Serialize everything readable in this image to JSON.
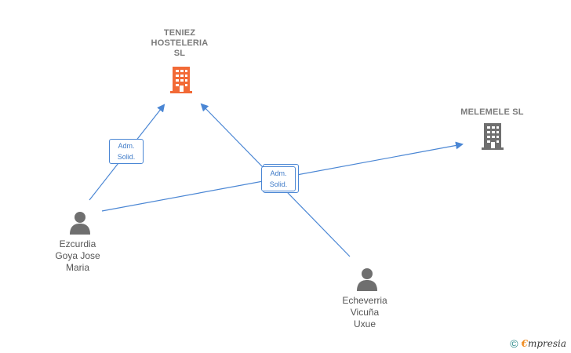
{
  "nodes": {
    "teniez": {
      "label_lines": [
        "TENIEZ",
        "HOSTELERIA",
        "SL"
      ],
      "icon": "building-icon",
      "color": "#f26a36"
    },
    "melemele": {
      "label": "MELEMELE SL",
      "icon": "building-icon",
      "color": "#6f6f6f"
    },
    "ezcurdia": {
      "label_lines": [
        "Ezcurdia",
        "Goya Jose",
        "Maria"
      ],
      "icon": "person-icon",
      "color": "#6f6f6f"
    },
    "echeverria": {
      "label_lines": [
        "Echeverria",
        "Vicuña",
        "Uxue"
      ],
      "icon": "person-icon",
      "color": "#6f6f6f"
    }
  },
  "edges": [
    {
      "from": "Ezcurdia Goya Jose Maria",
      "to": "TENIEZ HOSTELERIA SL",
      "label_lines": [
        "Adm.",
        "Solid."
      ]
    },
    {
      "from": "Ezcurdia Goya Jose Maria",
      "to": "MELEMELE SL",
      "label_lines": [
        "Adm.",
        "Solid."
      ]
    },
    {
      "from": "Echeverria Vicuña Uxue",
      "to": "TENIEZ HOSTELERIA SL",
      "label_lines": [
        "Adm.",
        "Solid."
      ]
    }
  ],
  "colors": {
    "edge": "#4a86d4"
  },
  "brand": {
    "copyright_symbol": "©",
    "initial": "€",
    "rest": "mpresia"
  }
}
